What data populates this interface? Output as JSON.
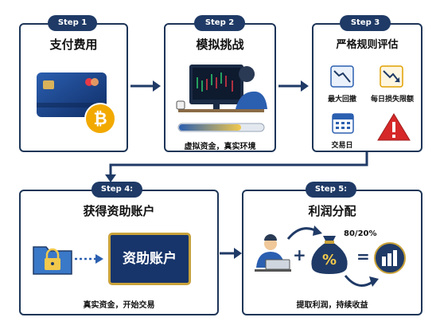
{
  "steps": [
    {
      "badge": "Step 1",
      "title": "支付费用"
    },
    {
      "badge": "Step 2",
      "title": "模拟挑战",
      "caption": "虚拟资金，真实环境"
    },
    {
      "badge": "Step 3",
      "title": "严格规则评估",
      "rules": [
        "最大回撤",
        "每日损失限额",
        "交易日"
      ]
    },
    {
      "badge": "Step 4:",
      "title": "获得资助账户",
      "button": "资助账户",
      "caption": "真实资金，开始交易"
    },
    {
      "badge": "Step 5:",
      "title": "利润分配",
      "split": "80/20%",
      "bag_symbol": "%",
      "caption": "提取利润，持续收益"
    }
  ],
  "colors": {
    "navy": "#1f3a66",
    "border": "#1d3557",
    "bitcoin": "#f2a900",
    "danger": "#d62828"
  }
}
